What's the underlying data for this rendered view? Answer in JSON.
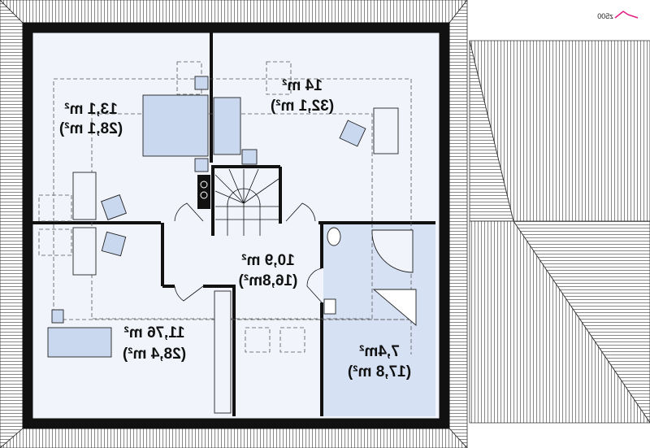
{
  "logo": {
    "text": "z500",
    "accent": "#e6197e"
  },
  "rooms": [
    {
      "area": "13,1 m²",
      "gross": "(28,1 m²)"
    },
    {
      "area": "14 m²",
      "gross": "(32,1 m²)"
    },
    {
      "area": "10,9 m²",
      "gross": "(16,8m²)"
    },
    {
      "area": "11,76 m²",
      "gross": "(28,4 m²)"
    },
    {
      "area": "7,4m²",
      "gross": "(17,8 m²)"
    }
  ],
  "colors": {
    "wall": "#111111",
    "floor": "#f1f5fb",
    "bath": "#d6e1f4",
    "furniture": "#c9d7ef"
  }
}
